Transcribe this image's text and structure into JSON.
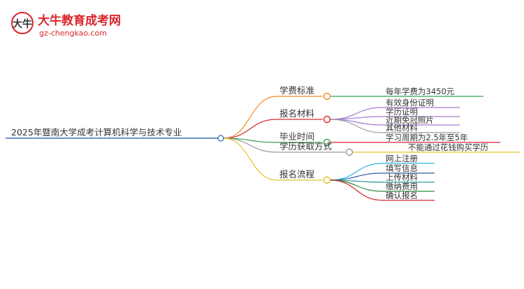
{
  "logo": {
    "title": "大牛教育成考网",
    "url": "gz-chengkao.com",
    "mark": "大牛"
  },
  "colors": {
    "brand_red": "#d9262c",
    "root_line": "#3b6fb5",
    "orange": "#f08a24",
    "red": "#d9262c",
    "purple": "#a77bd0",
    "green": "#3aa04a",
    "gray": "#9a9a9a",
    "yellow": "#e3c228",
    "cyan": "#2ab3d6",
    "blue": "#2f5aa8",
    "teal": "#2e9a92",
    "green_dark": "#2f8a3a"
  },
  "mindmap": {
    "root": "2025年暨南大学成考计算机科学与技术专业",
    "branches": [
      {
        "label": "学费标准",
        "color": "orange",
        "children": [
          {
            "label": "每年学费为3450元",
            "color": "green"
          }
        ]
      },
      {
        "label": "报名材料",
        "color": "red",
        "children": [
          {
            "label": "有效身份证明",
            "color": "purple"
          },
          {
            "label": "学历证明",
            "color": "purple"
          },
          {
            "label": "近期免冠照片",
            "color": "purple"
          },
          {
            "label": "其他材料",
            "color": "gray"
          }
        ]
      },
      {
        "label": "毕业时间",
        "color": "green",
        "children": [
          {
            "label": "学习周期为2.5年至5年",
            "color": "red"
          }
        ]
      },
      {
        "label": "学历获取方式",
        "color": "gray",
        "children": [
          {
            "label": "不能通过花钱购买学历",
            "color": "yellow"
          }
        ]
      },
      {
        "label": "报名流程",
        "color": "yellow",
        "children": [
          {
            "label": "网上注册",
            "color": "cyan"
          },
          {
            "label": "填写信息",
            "color": "blue"
          },
          {
            "label": "上传材料",
            "color": "teal"
          },
          {
            "label": "缴纳费用",
            "color": "green_dark"
          },
          {
            "label": "确认报名",
            "color": "red"
          }
        ]
      }
    ]
  }
}
